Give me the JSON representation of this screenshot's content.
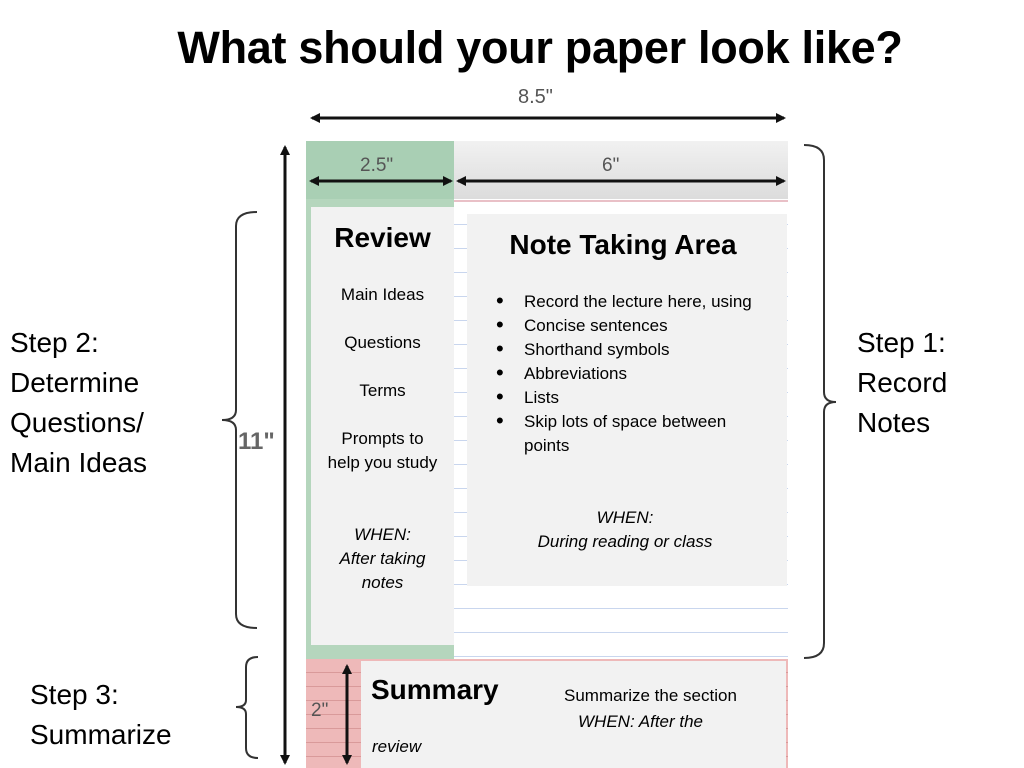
{
  "title": "What should your paper look like?",
  "dimensions": {
    "page_width": "8.5\"",
    "cue_width": "2.5\"",
    "notes_width": "6\"",
    "page_height": "11\"",
    "summary_height": "2\""
  },
  "review": {
    "heading": "Review",
    "items": [
      "Main Ideas",
      "Questions",
      "Terms",
      "Prompts to help you study"
    ],
    "when_label": "WHEN:",
    "when_text": "After taking notes"
  },
  "notes": {
    "heading": "Note Taking Area",
    "bullets": [
      "Record the lecture here, using",
      "Concise sentences",
      "Shorthand symbols",
      "Abbreviations",
      "Lists",
      "Skip lots of space between points"
    ],
    "when_label": "WHEN:",
    "when_text": "During reading or class"
  },
  "summary": {
    "heading": "Summary",
    "description": "Summarize the section",
    "when_text_1": "WHEN:  After the",
    "when_text_2": "review"
  },
  "steps": {
    "step1": [
      "Step 1:",
      "Record",
      "Notes"
    ],
    "step2": [
      "Step 2:",
      "Determine",
      "Questions/",
      "Main Ideas"
    ],
    "step3": [
      "Step 3:",
      "Summarize"
    ]
  }
}
